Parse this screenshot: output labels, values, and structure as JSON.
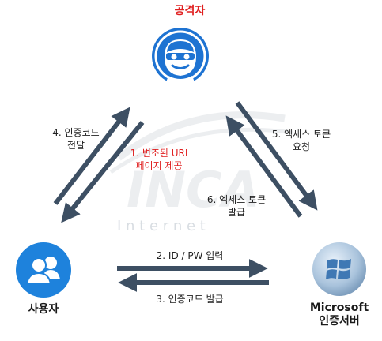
{
  "attacker": {
    "label": "공격자"
  },
  "user": {
    "label": "사용자"
  },
  "server": {
    "label_line1": "Microsoft",
    "label_line2": "인증서버"
  },
  "watermark": {
    "brand": "INCA",
    "sub": "I n t e r n e t"
  },
  "steps": {
    "s1": {
      "line1": "1. 변조된 URI",
      "line2": "페이지 제공"
    },
    "s2": {
      "text": "2. ID / PW 입력"
    },
    "s3": {
      "text": "3. 인증코드 발급"
    },
    "s4": {
      "line1": "4. 인증코드",
      "line2": "전달"
    },
    "s5": {
      "line1": "5. 엑세스 토큰",
      "line2": "요청"
    },
    "s6": {
      "line1": "6. 엑세스 토큰",
      "line2": "발급"
    }
  },
  "icons": {
    "attacker": "hacker-icon",
    "user": "users-icon",
    "server": "windows-logo-icon"
  },
  "colors": {
    "arrow": "#3d4f63",
    "attacker_circle": "#1e73d2",
    "user_circle": "#1e82dc",
    "danger_text": "#e02020"
  }
}
